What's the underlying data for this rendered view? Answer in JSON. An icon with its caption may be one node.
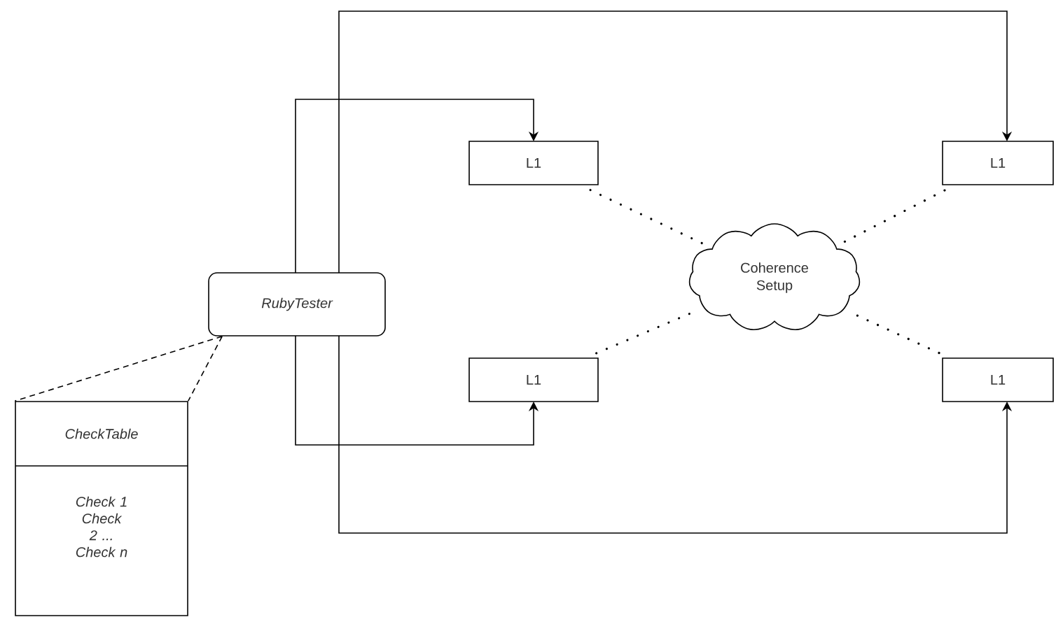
{
  "diagram": {
    "nodes": [
      {
        "text": [
          "RubyTester"
        ]
      },
      {
        "text": [
          "CheckTable",
          "Check 1 Check 2 ... Check n"
        ]
      },
      {
        "text": [
          "L1"
        ]
      },
      {
        "text": [
          "L1"
        ]
      },
      {
        "text": [
          "L1"
        ]
      },
      {
        "text": [
          "L1"
        ]
      },
      {
        "text": [
          "Coherence Setup"
        ]
      }
    ],
    "edges": [
      {
        "from": 0,
        "to": 2,
        "arrow": "to"
      },
      {
        "from": 0,
        "to": 3,
        "arrow": "to"
      },
      {
        "from": 0,
        "to": 4,
        "arrow": "to"
      },
      {
        "from": 0,
        "to": 5,
        "arrow": "to"
      },
      {
        "from": 0,
        "to": 1,
        "arrow": "none",
        "style": "dashed"
      },
      {
        "from": 2,
        "to": 6,
        "arrow": "none",
        "style": "dashed"
      },
      {
        "from": 3,
        "to": 6,
        "arrow": "none",
        "style": "dashed"
      },
      {
        "from": 4,
        "to": 6,
        "arrow": "none",
        "style": "dashed"
      },
      {
        "from": 5,
        "to": 6,
        "arrow": "none",
        "style": "dashed"
      }
    ]
  }
}
